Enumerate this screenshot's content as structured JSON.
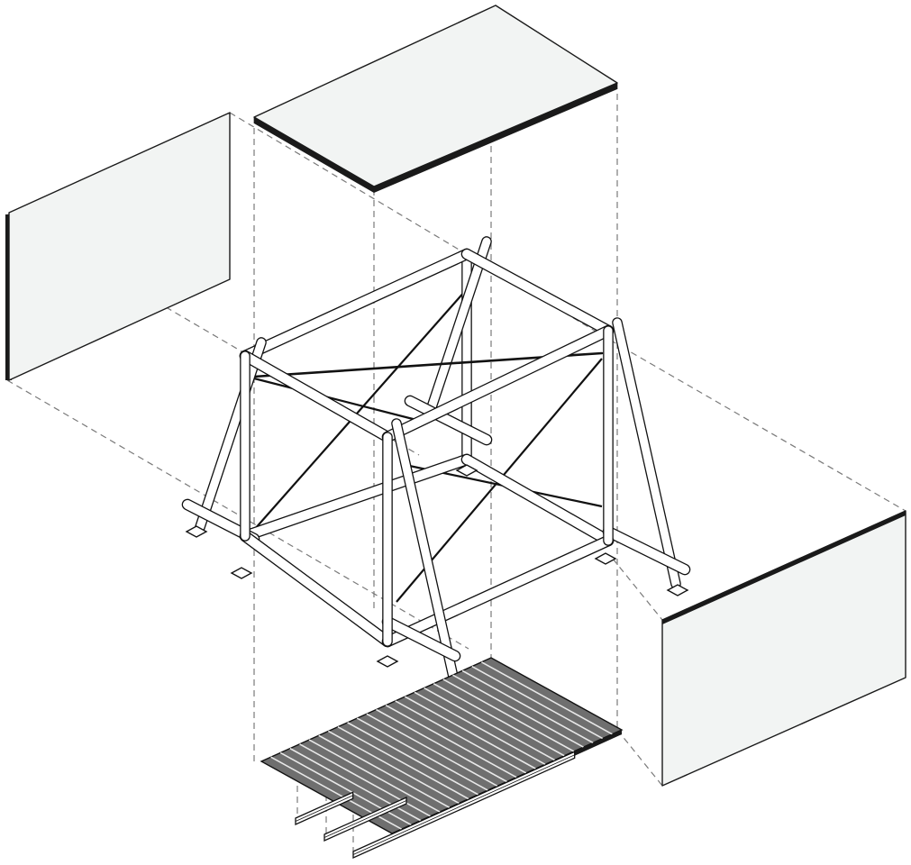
{
  "diagram": {
    "kind": "exploded-isometric-assembly",
    "labels": [],
    "colors": {
      "panel_fill": "#f2f4f3",
      "panel_edge": "#1a1a1a",
      "guide_line": "#7a7a7a",
      "frame_member": "#ffffff",
      "frame_outline": "#111111",
      "deck_fill": "#6f6f6f"
    },
    "components": [
      {
        "id": "top-panel",
        "role": "roof sheet"
      },
      {
        "id": "left-panel",
        "role": "side wall sheet"
      },
      {
        "id": "right-panel",
        "role": "side wall sheet"
      },
      {
        "id": "frame",
        "role": "steel frame with legs, braces and cross cables"
      },
      {
        "id": "floor-deck",
        "role": "ribbed floor decking"
      },
      {
        "id": "floor-joists",
        "role": "support rails under deck"
      }
    ]
  }
}
